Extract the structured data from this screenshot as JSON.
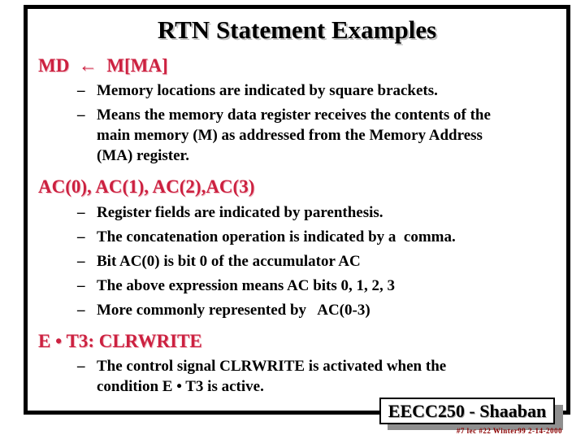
{
  "slide": {
    "title": "RTN Statement Examples",
    "bullet_marker": "–",
    "sections": [
      {
        "heading": "MD  ←  M[MA]",
        "bullets": [
          "Memory locations are indicated by square brackets.",
          "Means the memory data register receives the contents of the\nmain memory (M) as addressed from the Memory Address\n(MA) register."
        ]
      },
      {
        "heading": "AC(0), AC(1), AC(2),AC(3)",
        "bullets": [
          "Register fields are indicated by parenthesis.",
          "The concatenation operation is indicated by a  comma.",
          "Bit AC(0) is bit 0 of the accumulator AC",
          "The above expression means AC bits 0, 1, 2, 3",
          "More commonly represented by   AC(0-3)"
        ]
      },
      {
        "heading": "E • T3: CLRWRITE",
        "bullets": [
          "The control signal CLRWRITE is activated when the\ncondition E • T3 is active."
        ]
      }
    ],
    "footer": {
      "course_label": "EECC250 - Shaaban",
      "slide_info": "#7 lec #22 Winter99 2-14-2000"
    },
    "colors": {
      "heading_red": "#cc2140",
      "footer_info_red": "#8b0000",
      "frame_black": "#000000",
      "shadow_gray": "#8f8f8f"
    }
  }
}
